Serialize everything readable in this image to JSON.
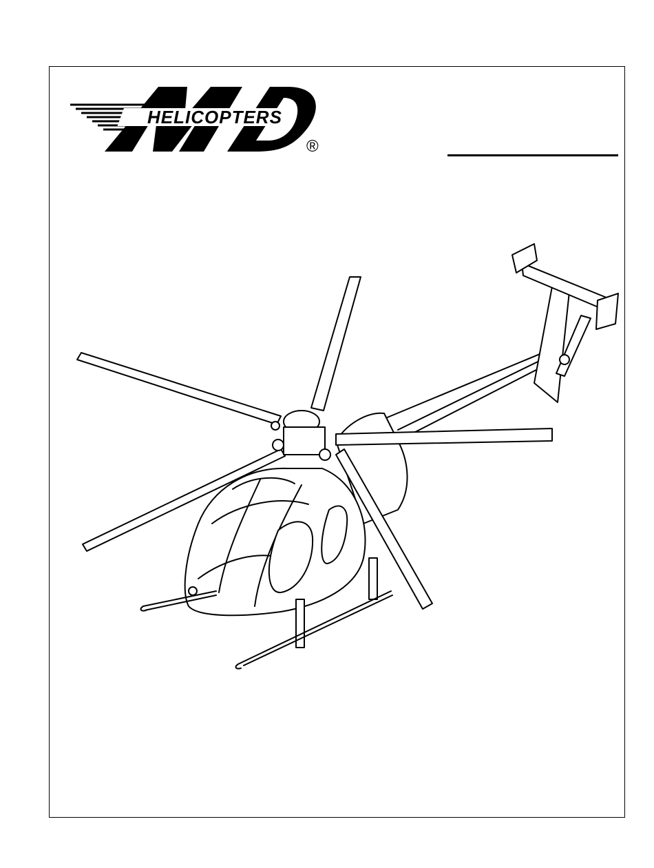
{
  "logo": {
    "wordmark": "HELICOPTERS",
    "letters": "MD",
    "registered_mark": "®"
  },
  "illustration": {
    "subject": "helicopter-line-drawing",
    "stroke_color": "#000000",
    "fill_color": "#ffffff"
  }
}
